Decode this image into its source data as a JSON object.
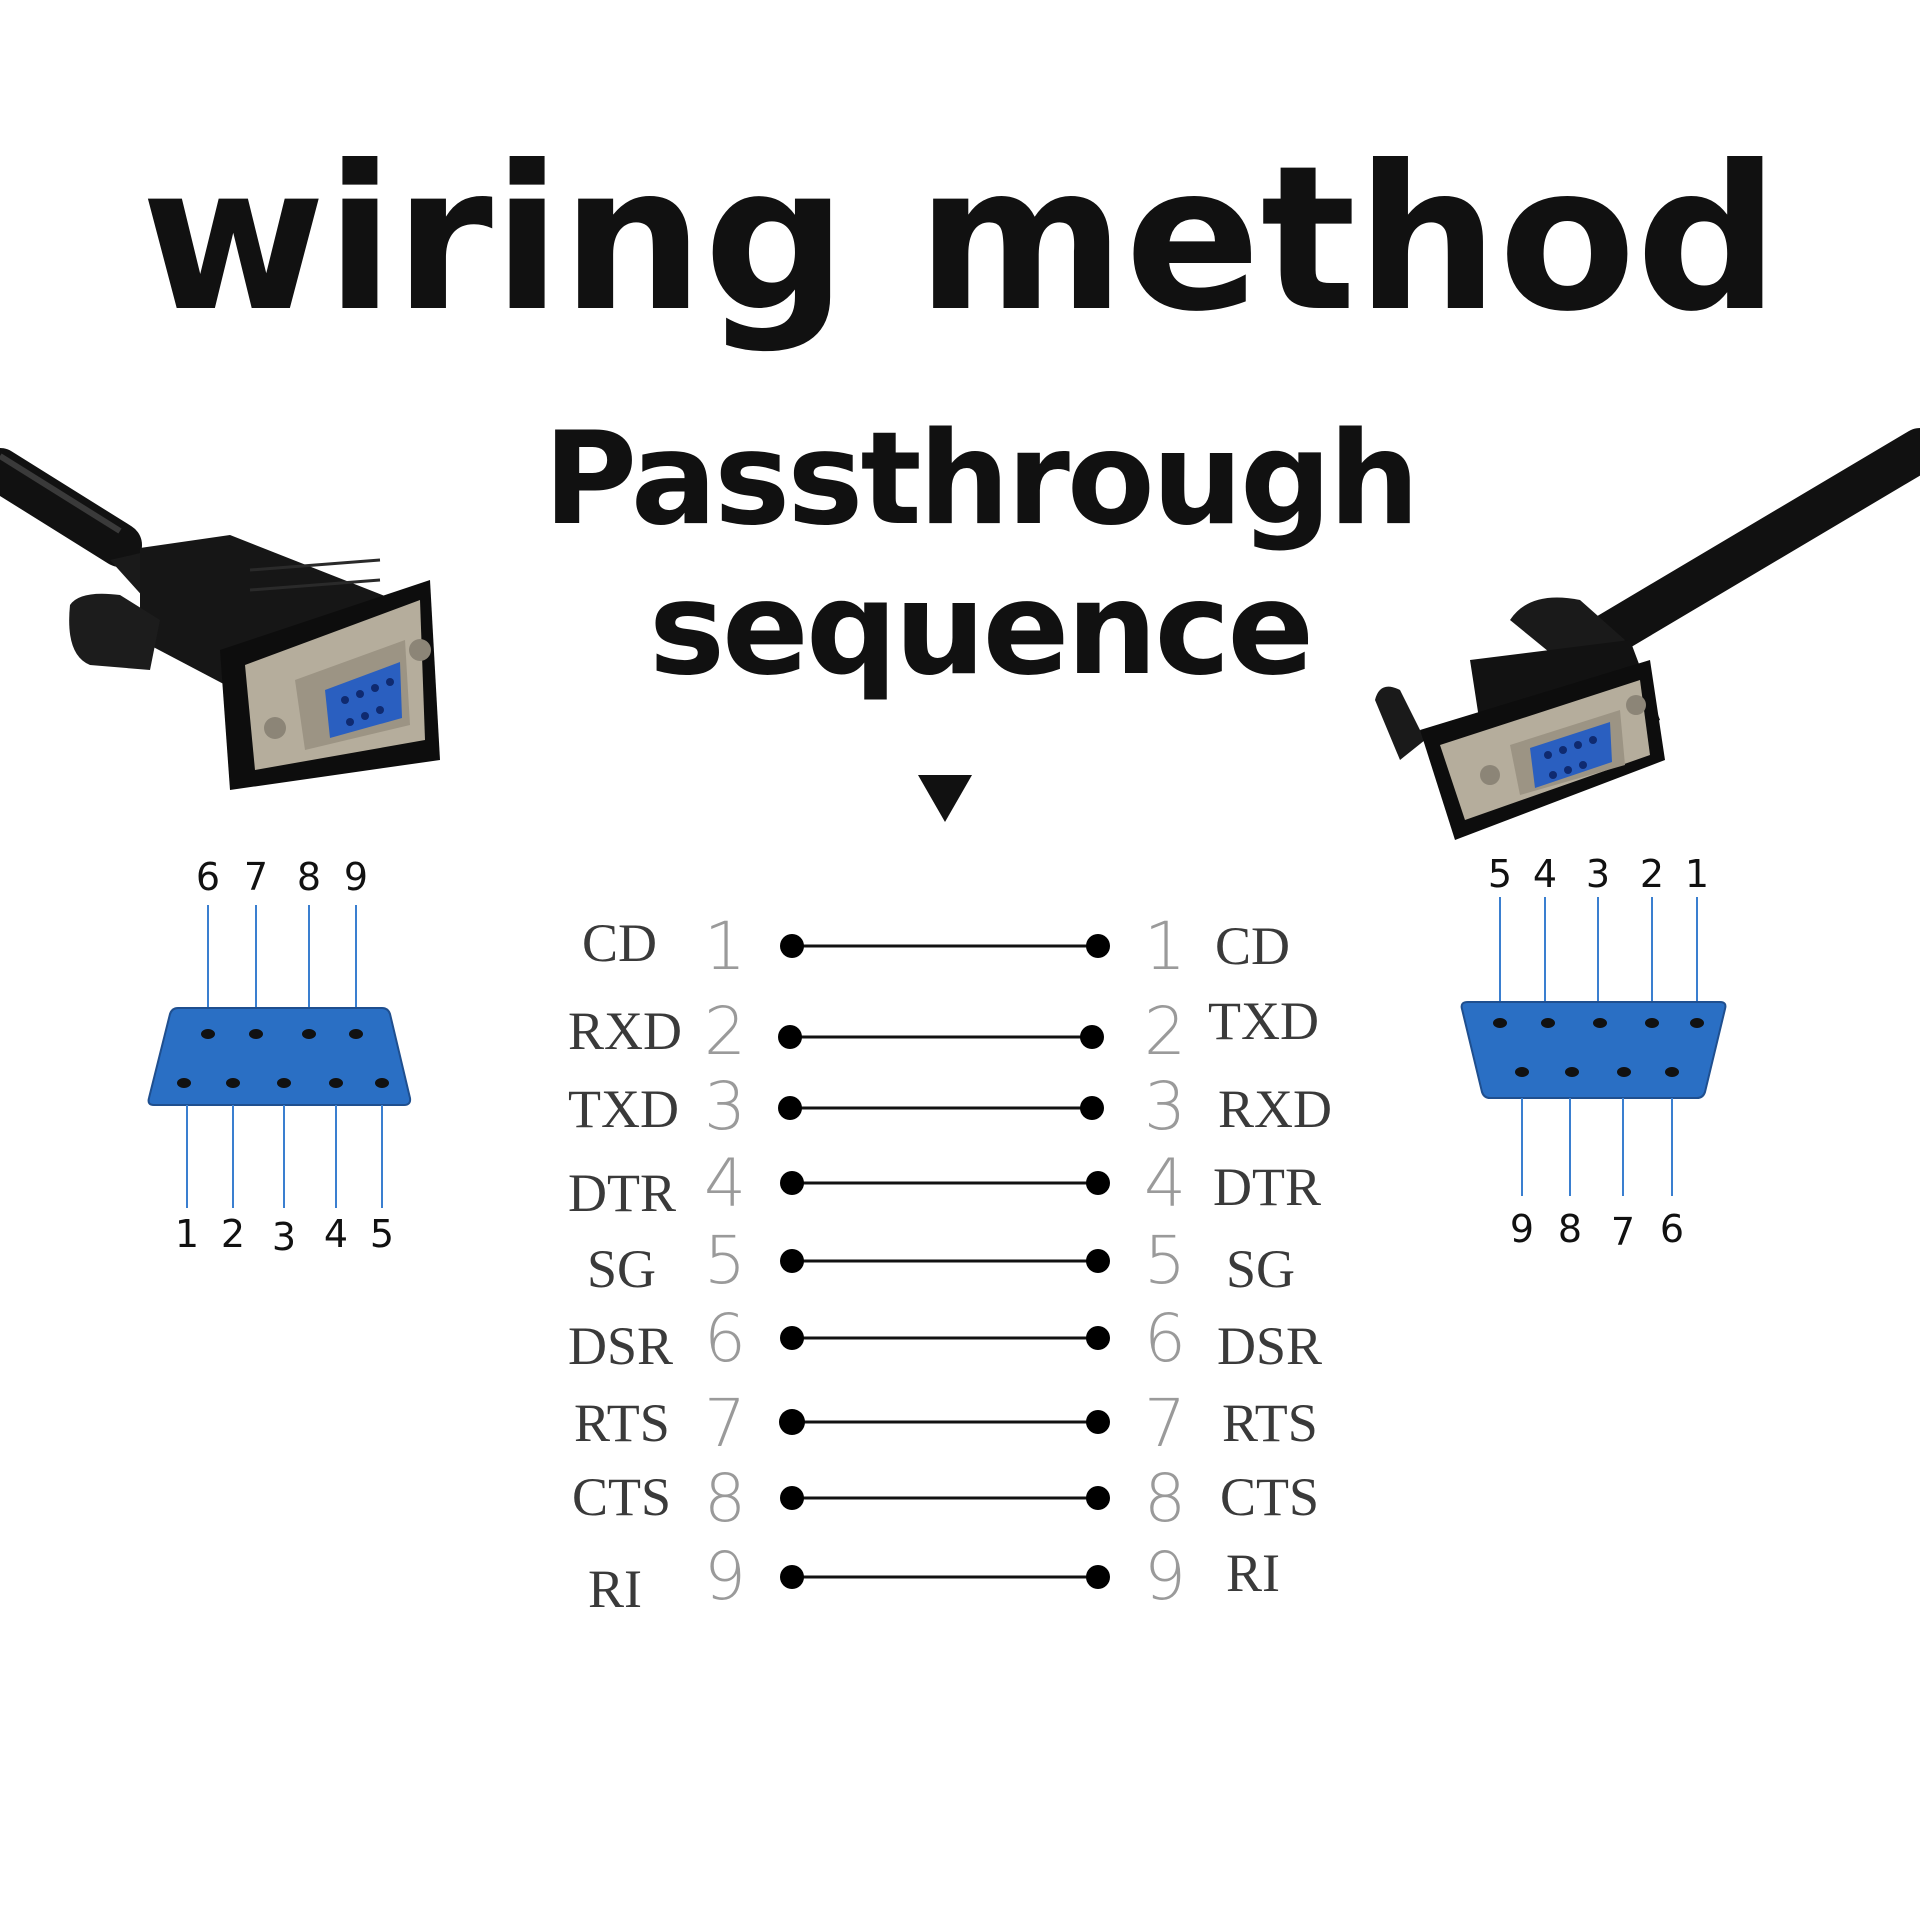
{
  "title": "wiring method",
  "subtitle": "Passthrough sequence",
  "arrow_icon": "down-triangle-icon",
  "left_connector": {
    "top_pins": [
      "6",
      "7",
      "8",
      "9"
    ],
    "bottom_pins": [
      "1",
      "2",
      "3",
      "4",
      "5"
    ]
  },
  "right_connector": {
    "top_pins": [
      "5",
      "4",
      "3",
      "2",
      "1"
    ],
    "bottom_pins": [
      "9",
      "8",
      "7",
      "6"
    ]
  },
  "wiring": [
    {
      "left_signal": "CD",
      "left_pin": "1",
      "right_pin": "1",
      "right_signal": "CD"
    },
    {
      "left_signal": "RXD",
      "left_pin": "2",
      "right_pin": "2",
      "right_signal": "TXD"
    },
    {
      "left_signal": "TXD",
      "left_pin": "3",
      "right_pin": "3",
      "right_signal": "RXD"
    },
    {
      "left_signal": "DTR",
      "left_pin": "4",
      "right_pin": "4",
      "right_signal": "DTR"
    },
    {
      "left_signal": "SG",
      "left_pin": "5",
      "right_pin": "5",
      "right_signal": "SG"
    },
    {
      "left_signal": "DSR",
      "left_pin": "6",
      "right_pin": "6",
      "right_signal": "DSR"
    },
    {
      "left_signal": "RTS",
      "left_pin": "7",
      "right_pin": "7",
      "right_signal": "RTS"
    },
    {
      "left_signal": "CTS",
      "left_pin": "8",
      "right_pin": "8",
      "right_signal": "CTS"
    },
    {
      "left_signal": "RI",
      "left_pin": "9",
      "right_pin": "9",
      "right_signal": "RI"
    }
  ],
  "colors": {
    "connector_blue": "#2a6fc4",
    "cable_black": "#141414",
    "metal_shell": "#b8b2a4",
    "line_blue": "#3a7fd0"
  }
}
